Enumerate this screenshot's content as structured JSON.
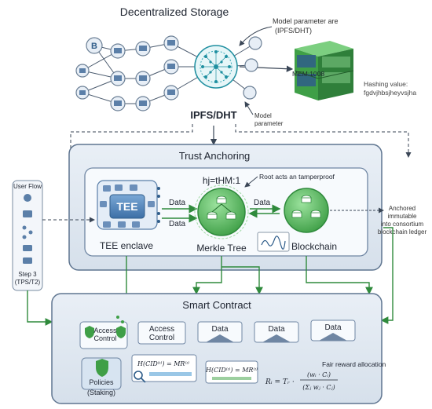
{
  "storage": {
    "title": "Decentralized Storage",
    "note_line1": "Model parameter are",
    "note_line2": "(IPFS/DHT)",
    "hub_label": "IPFS/DHT",
    "model_param_line1": "Model",
    "model_param_line2": "parameter",
    "mem_label": "MEM:1008",
    "hash_line1": "Hashing value:",
    "hash_line2": "fgdvjhbsjheyvsjha",
    "node_glyph": "B"
  },
  "trust": {
    "title": "Trust Anchoring",
    "hash_eq": "hj=tHM:1",
    "root_note": "Root acts an tamperproof",
    "tee_box": "TEE",
    "tee_label": "TEE enclave",
    "merkle_label": "Merkle Tree",
    "blockchain_label": "Blockchain",
    "data_1": "Data",
    "data_2": "Data",
    "data_3": "Data",
    "anchored_line1": "Anchored",
    "anchored_line2": "immutable",
    "anchored_line3": "into consortium",
    "anchored_line4": "blockchain ledger"
  },
  "userflow": {
    "title": "User Flow",
    "step_line1": "Step 3",
    "step_line2": "(TPS/T2)"
  },
  "contract": {
    "title": "Smart Contract",
    "access1_line1": "Access",
    "access1_line2": "Control",
    "access2_line1": "Access",
    "access2_line2": "Control",
    "data_a": "Data",
    "data_b": "Data",
    "data_c": "Data",
    "policies_line1": "Policies",
    "policies_line2": "(Staking)",
    "formula1": "H(CID⁽ᶦ⁾) = MR⁽ᶦ⁾",
    "formula2": "H(CID⁽ᶦ⁾) = MR⁽ᶦ⁾",
    "reward_title": "Fair reward allocation",
    "reward_lhs": "Rᵢ = Tᵣ ·",
    "reward_num": "(wᵢ · Cᵢ)",
    "reward_den": "(Σⱼ wⱼ · Cⱼ)"
  },
  "colors": {
    "accent_blue": "#2f5d8a",
    "panel_fill": "#dde6f0",
    "green": "#3fa34d",
    "teal": "#1f8fa0"
  }
}
